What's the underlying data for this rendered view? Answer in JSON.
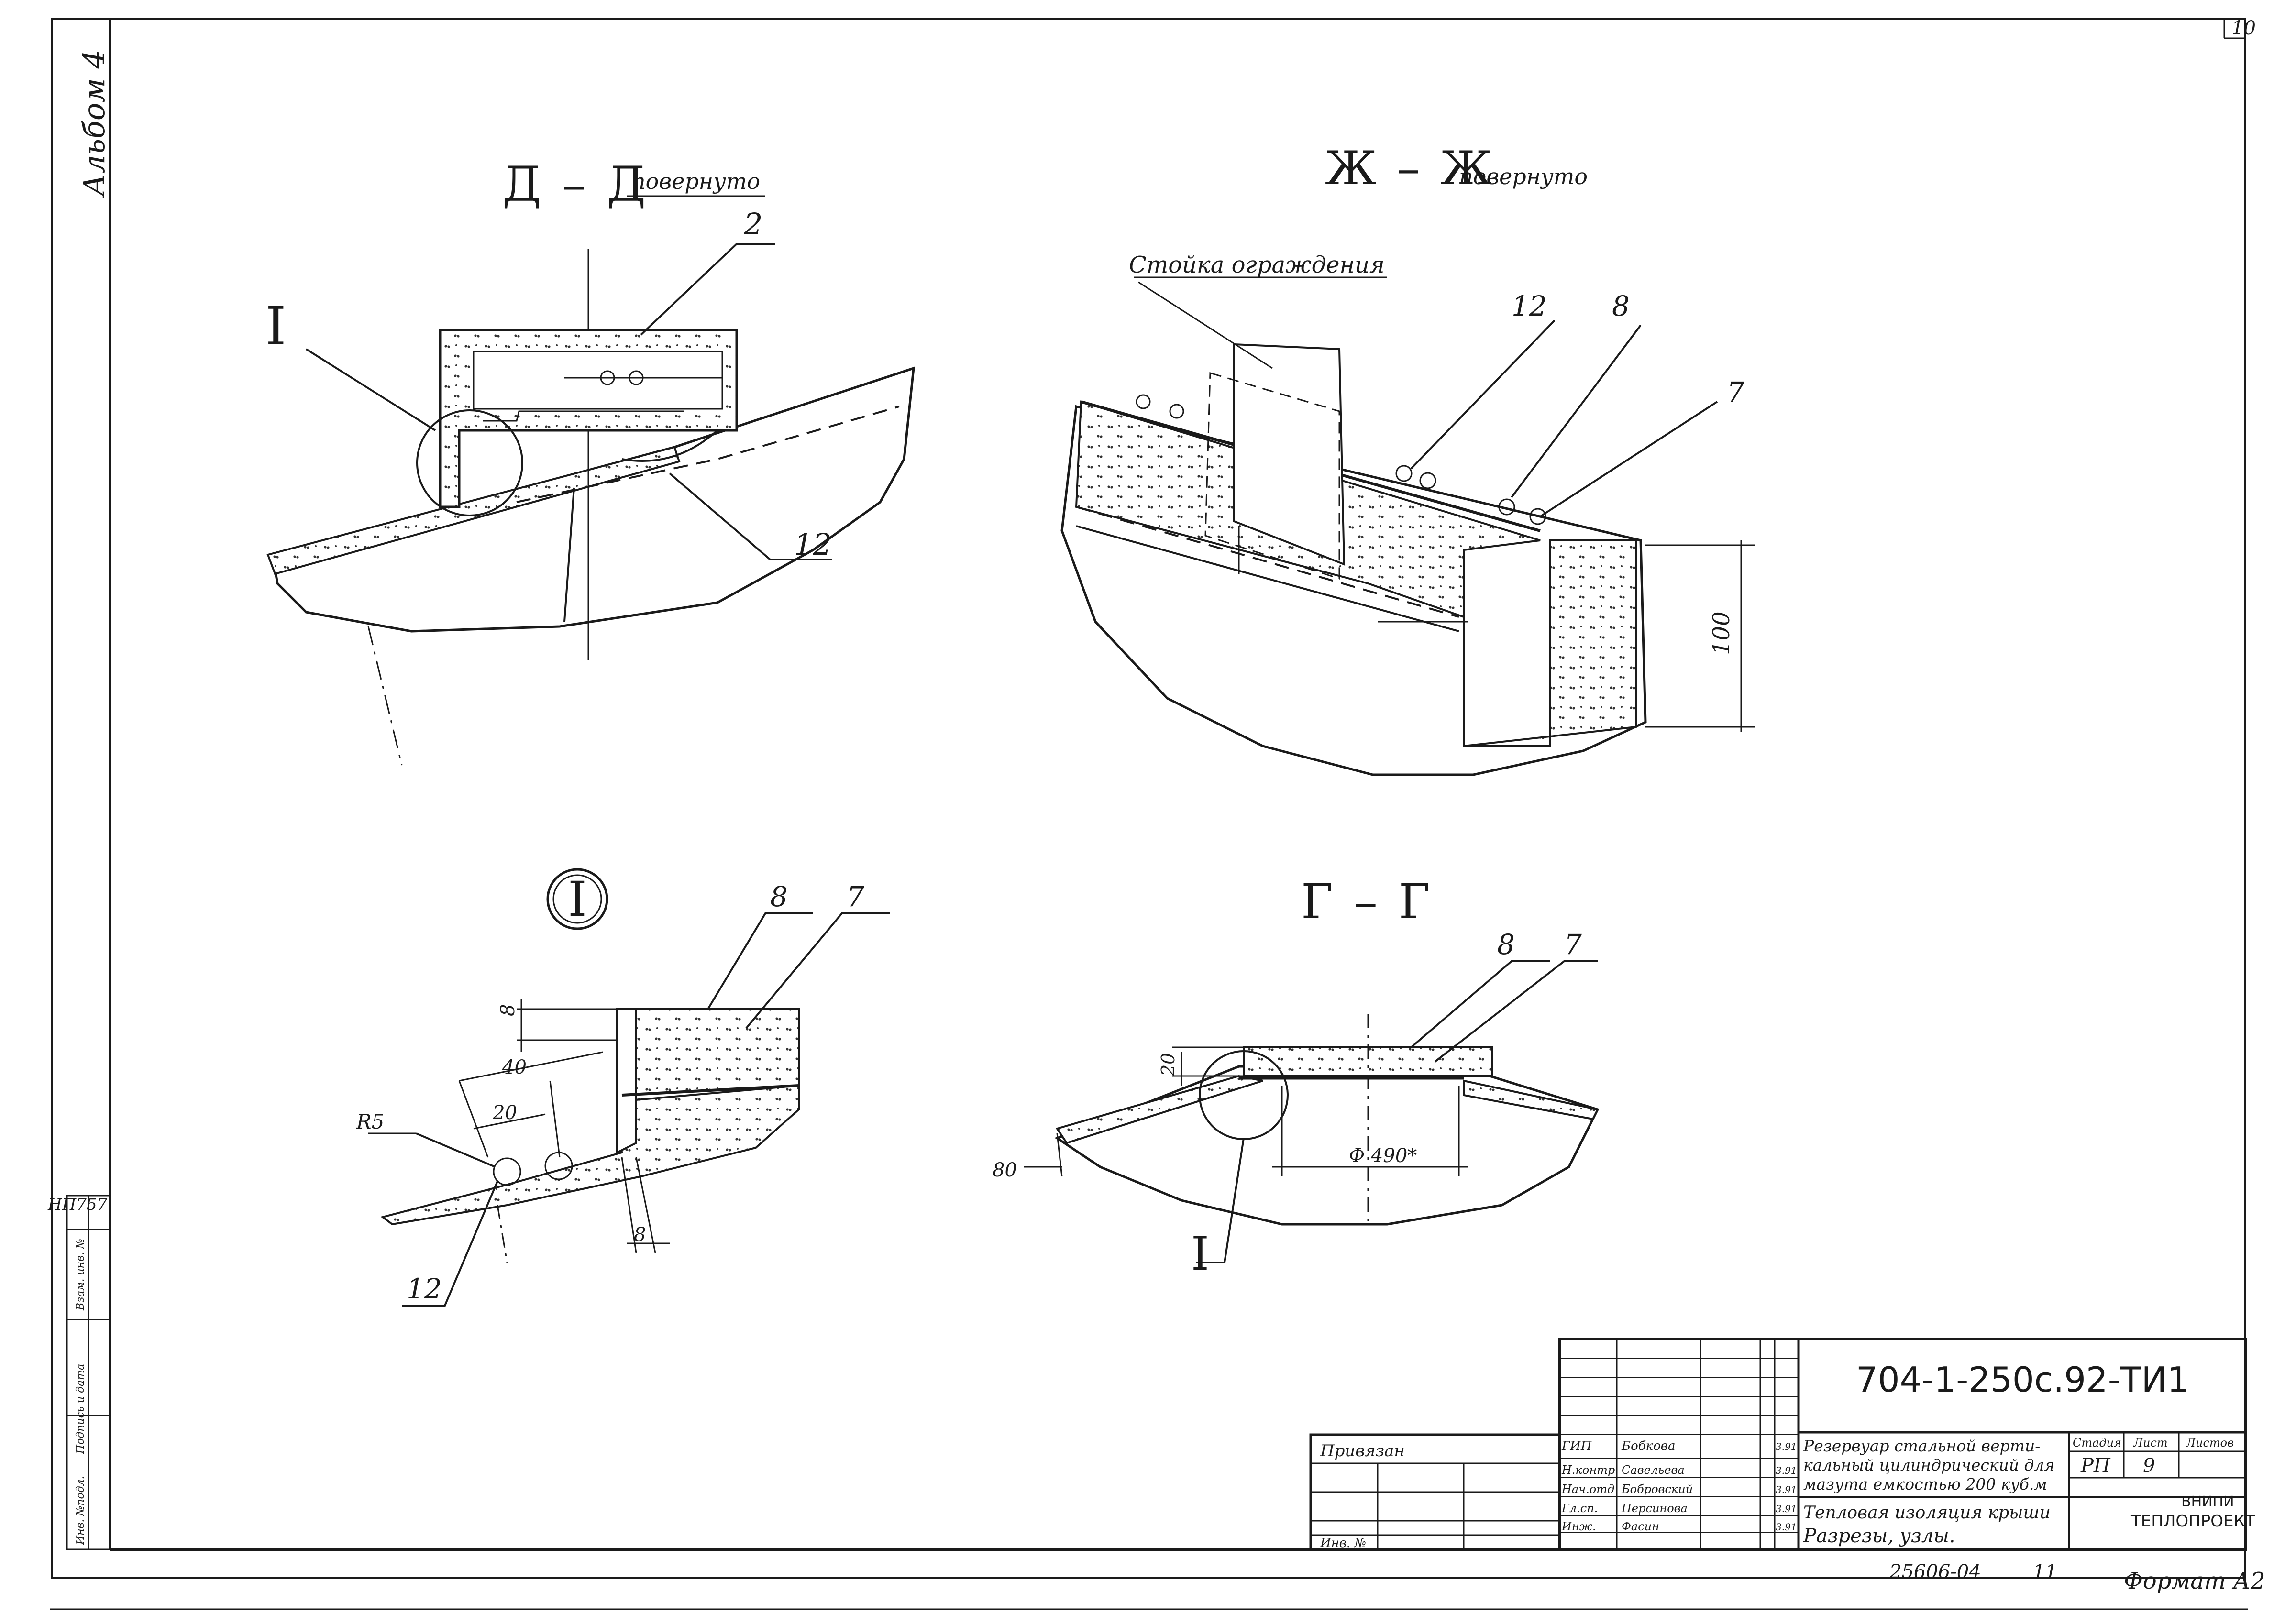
{
  "sheet": {
    "sheet_corner_number": "10",
    "album": "Альбом 4",
    "inv_side": "НП757",
    "side_labels": [
      "Инв. №подл.",
      "Подпись и дата",
      "Взам. инв. №"
    ],
    "format": "Формат А2",
    "bottom_code": "25606-04",
    "bottom_num": "11"
  },
  "views": {
    "dd": {
      "letter": "Д – Д",
      "suffix": "повернуто",
      "callouts": {
        "c2": "2",
        "c12": "12",
        "cI": "I"
      }
    },
    "zz": {
      "letter": "Ж – Ж",
      "suffix": "повернуто",
      "railing": "Стойка ограждения",
      "callouts": {
        "c12": "12",
        "c8": "8",
        "c7": "7"
      },
      "dim_100": "100"
    },
    "detail1": {
      "marker": "I",
      "callouts": {
        "c8": "8",
        "c7": "7",
        "c12": "12"
      },
      "dims": {
        "d8_top": "8",
        "d40": "40",
        "d20": "20",
        "r5": "R5",
        "d8_bottom": "8"
      }
    },
    "gg": {
      "letter": "Г – Г",
      "callouts": {
        "c8": "8",
        "c7": "7",
        "cI": "I"
      },
      "dims": {
        "d20": "20",
        "d80": "80",
        "phi": "Ф 490*"
      }
    }
  },
  "title_block": {
    "code": "704-1-250с.92-ТИ1",
    "attached": "Привязан",
    "inv_label": "Инв. №",
    "roles": [
      {
        "role": "ГИП",
        "name": "Бобкова"
      },
      {
        "role": "Н.контр",
        "name": "Савельева"
      },
      {
        "role": "Нач.отд",
        "name": "Бобровский"
      },
      {
        "role": "Гл.сп.",
        "name": "Персинова"
      },
      {
        "role": "Инж.",
        "name": "Фасин"
      }
    ],
    "dates": [
      "3.91",
      "3.91",
      "3.91",
      "3.91",
      "3.91"
    ],
    "object_title": [
      "Резервуар стальной верти-",
      "кальный цилиндрический для",
      "мазута емкостью 200 куб.м"
    ],
    "sheet_title": [
      "Тепловая изоляция крыши",
      "Разрезы, узлы."
    ],
    "stage_header": "Стадия",
    "sheet_header": "Лист",
    "sheets_header": "Листов",
    "stage": "РП",
    "sheet_no": "9",
    "org": [
      "ВНИПИ",
      "ТЕПЛОПРОЕКТ"
    ]
  },
  "palette": {
    "ink": "#1a1a1a",
    "paper": "#ffffff",
    "dot": "#333333"
  }
}
